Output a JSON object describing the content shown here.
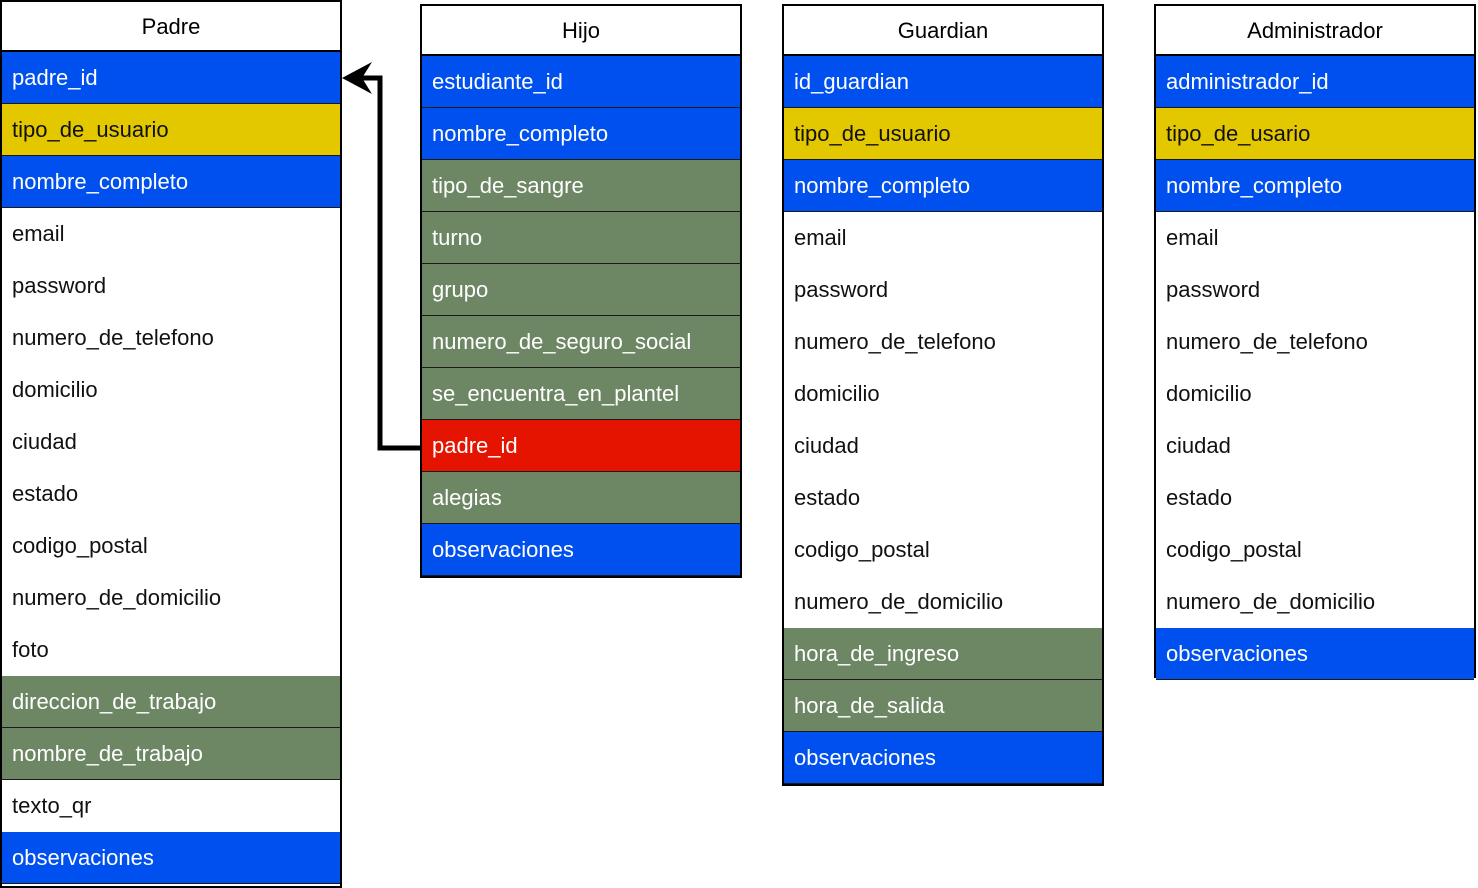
{
  "colors": {
    "blue": "#0050EF",
    "yellow": "#E3C800",
    "green": "#6D8764",
    "red": "#E51400",
    "white": "#FFFFFF"
  },
  "entities": [
    {
      "id": "padre",
      "title": "Padre",
      "fields": [
        {
          "name": "padre_id",
          "color": "blue"
        },
        {
          "name": "tipo_de_usuario",
          "color": "yellow"
        },
        {
          "name": "nombre_completo",
          "color": "blue"
        },
        {
          "name": "email",
          "color": "white"
        },
        {
          "name": "password",
          "color": "white"
        },
        {
          "name": "numero_de_telefono",
          "color": "white"
        },
        {
          "name": "domicilio",
          "color": "white"
        },
        {
          "name": "ciudad",
          "color": "white"
        },
        {
          "name": "estado",
          "color": "white"
        },
        {
          "name": "codigo_postal",
          "color": "white"
        },
        {
          "name": "numero_de_domicilio",
          "color": "white"
        },
        {
          "name": "foto",
          "color": "white"
        },
        {
          "name": "direccion_de_trabajo",
          "color": "green"
        },
        {
          "name": "nombre_de_trabajo",
          "color": "green"
        },
        {
          "name": "texto_qr",
          "color": "white"
        },
        {
          "name": "observaciones",
          "color": "blue"
        }
      ]
    },
    {
      "id": "hijo",
      "title": "Hijo",
      "fields": [
        {
          "name": "estudiante_id",
          "color": "blue"
        },
        {
          "name": "nombre_completo",
          "color": "blue"
        },
        {
          "name": "tipo_de_sangre",
          "color": "green"
        },
        {
          "name": "turno",
          "color": "green"
        },
        {
          "name": "grupo",
          "color": "green"
        },
        {
          "name": "numero_de_seguro_social",
          "color": "green"
        },
        {
          "name": "se_encuentra_en_plantel",
          "color": "green"
        },
        {
          "name": "padre_id",
          "color": "red"
        },
        {
          "name": "alegias",
          "color": "green"
        },
        {
          "name": "observaciones",
          "color": "blue"
        }
      ]
    },
    {
      "id": "guardian",
      "title": "Guardian",
      "fields": [
        {
          "name": "id_guardian",
          "color": "blue"
        },
        {
          "name": "tipo_de_usuario",
          "color": "yellow"
        },
        {
          "name": "nombre_completo",
          "color": "blue"
        },
        {
          "name": "email",
          "color": "white"
        },
        {
          "name": "password",
          "color": "white"
        },
        {
          "name": "numero_de_telefono",
          "color": "white"
        },
        {
          "name": "domicilio",
          "color": "white"
        },
        {
          "name": "ciudad",
          "color": "white"
        },
        {
          "name": "estado",
          "color": "white"
        },
        {
          "name": "codigo_postal",
          "color": "white"
        },
        {
          "name": "numero_de_domicilio",
          "color": "white"
        },
        {
          "name": "hora_de_ingreso",
          "color": "green"
        },
        {
          "name": "hora_de_salida",
          "color": "green"
        },
        {
          "name": "observaciones",
          "color": "blue"
        }
      ]
    },
    {
      "id": "administrador",
      "title": "Administrador",
      "fields": [
        {
          "name": "administrador_id",
          "color": "blue"
        },
        {
          "name": "tipo_de_usario",
          "color": "yellow"
        },
        {
          "name": "nombre_completo",
          "color": "blue"
        },
        {
          "name": "email",
          "color": "white"
        },
        {
          "name": "password",
          "color": "white"
        },
        {
          "name": "numero_de_telefono",
          "color": "white"
        },
        {
          "name": "domicilio",
          "color": "white"
        },
        {
          "name": "ciudad",
          "color": "white"
        },
        {
          "name": "estado",
          "color": "white"
        },
        {
          "name": "codigo_postal",
          "color": "white"
        },
        {
          "name": "numero_de_domicilio",
          "color": "white"
        },
        {
          "name": "observaciones",
          "color": "blue"
        }
      ]
    }
  ],
  "relations": [
    {
      "from_entity": "hijo",
      "from_field": "padre_id",
      "to_entity": "padre",
      "to_field": "padre_id"
    }
  ]
}
